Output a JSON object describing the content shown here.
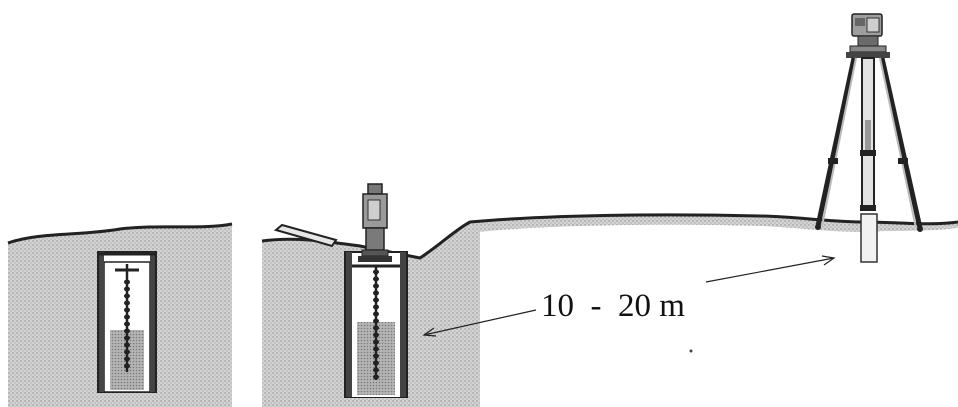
{
  "diagram": {
    "distance_label": "10  -  20 m",
    "colors": {
      "ground_fill": "#c9c9c9",
      "ground_dots": "#8a8a8a",
      "line": "#222222",
      "sheet_fill": "#ffffff",
      "core_fill": "#b8b8b8"
    },
    "elements": [
      "left-pit",
      "middle-pit-with-vertical-instrument",
      "slope-and-terrain",
      "tripod-with-total-station",
      "ground-marker-post",
      "distance-arrow"
    ]
  }
}
